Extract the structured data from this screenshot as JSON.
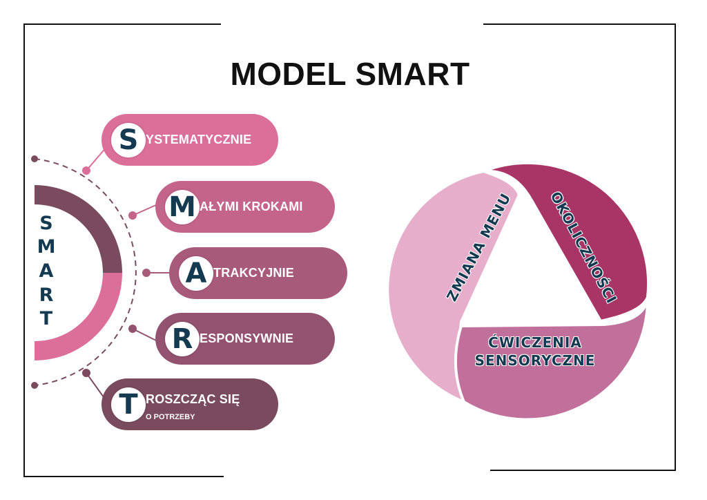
{
  "title": "MODEL SMART",
  "acronym": [
    "S",
    "M",
    "A",
    "R",
    "T"
  ],
  "items": [
    {
      "letter": "S",
      "label": "YSTEMATYCZNIE",
      "sub": "",
      "color": "#dc6e9a"
    },
    {
      "letter": "M",
      "label": "AŁYMI KROKAMI",
      "sub": "",
      "color": "#c4648a"
    },
    {
      "letter": "A",
      "label": "TRAKCYJNIE",
      "sub": "",
      "color": "#a85a7a"
    },
    {
      "letter": "R",
      "label": "ESPONSYWNIE",
      "sub": "",
      "color": "#935270"
    },
    {
      "letter": "T",
      "label": "ROSZCZĄC SIĘ",
      "sub": "O POTRZEBY",
      "color": "#7a4a5e"
    }
  ],
  "cycle": {
    "left": "ZMIANA MENU",
    "right": "OKOLICZNOŚCI",
    "bottom_line1": "ĆWICZENIA",
    "bottom_line2": "SENSORYCZNE",
    "colors": {
      "left": "#e6aecb",
      "right": "#a83566",
      "bottom": "#c0709a"
    }
  },
  "colors": {
    "text_dark": "#143a52",
    "ring_top": "#7a4a5e",
    "ring_bottom": "#dc6e9a"
  }
}
